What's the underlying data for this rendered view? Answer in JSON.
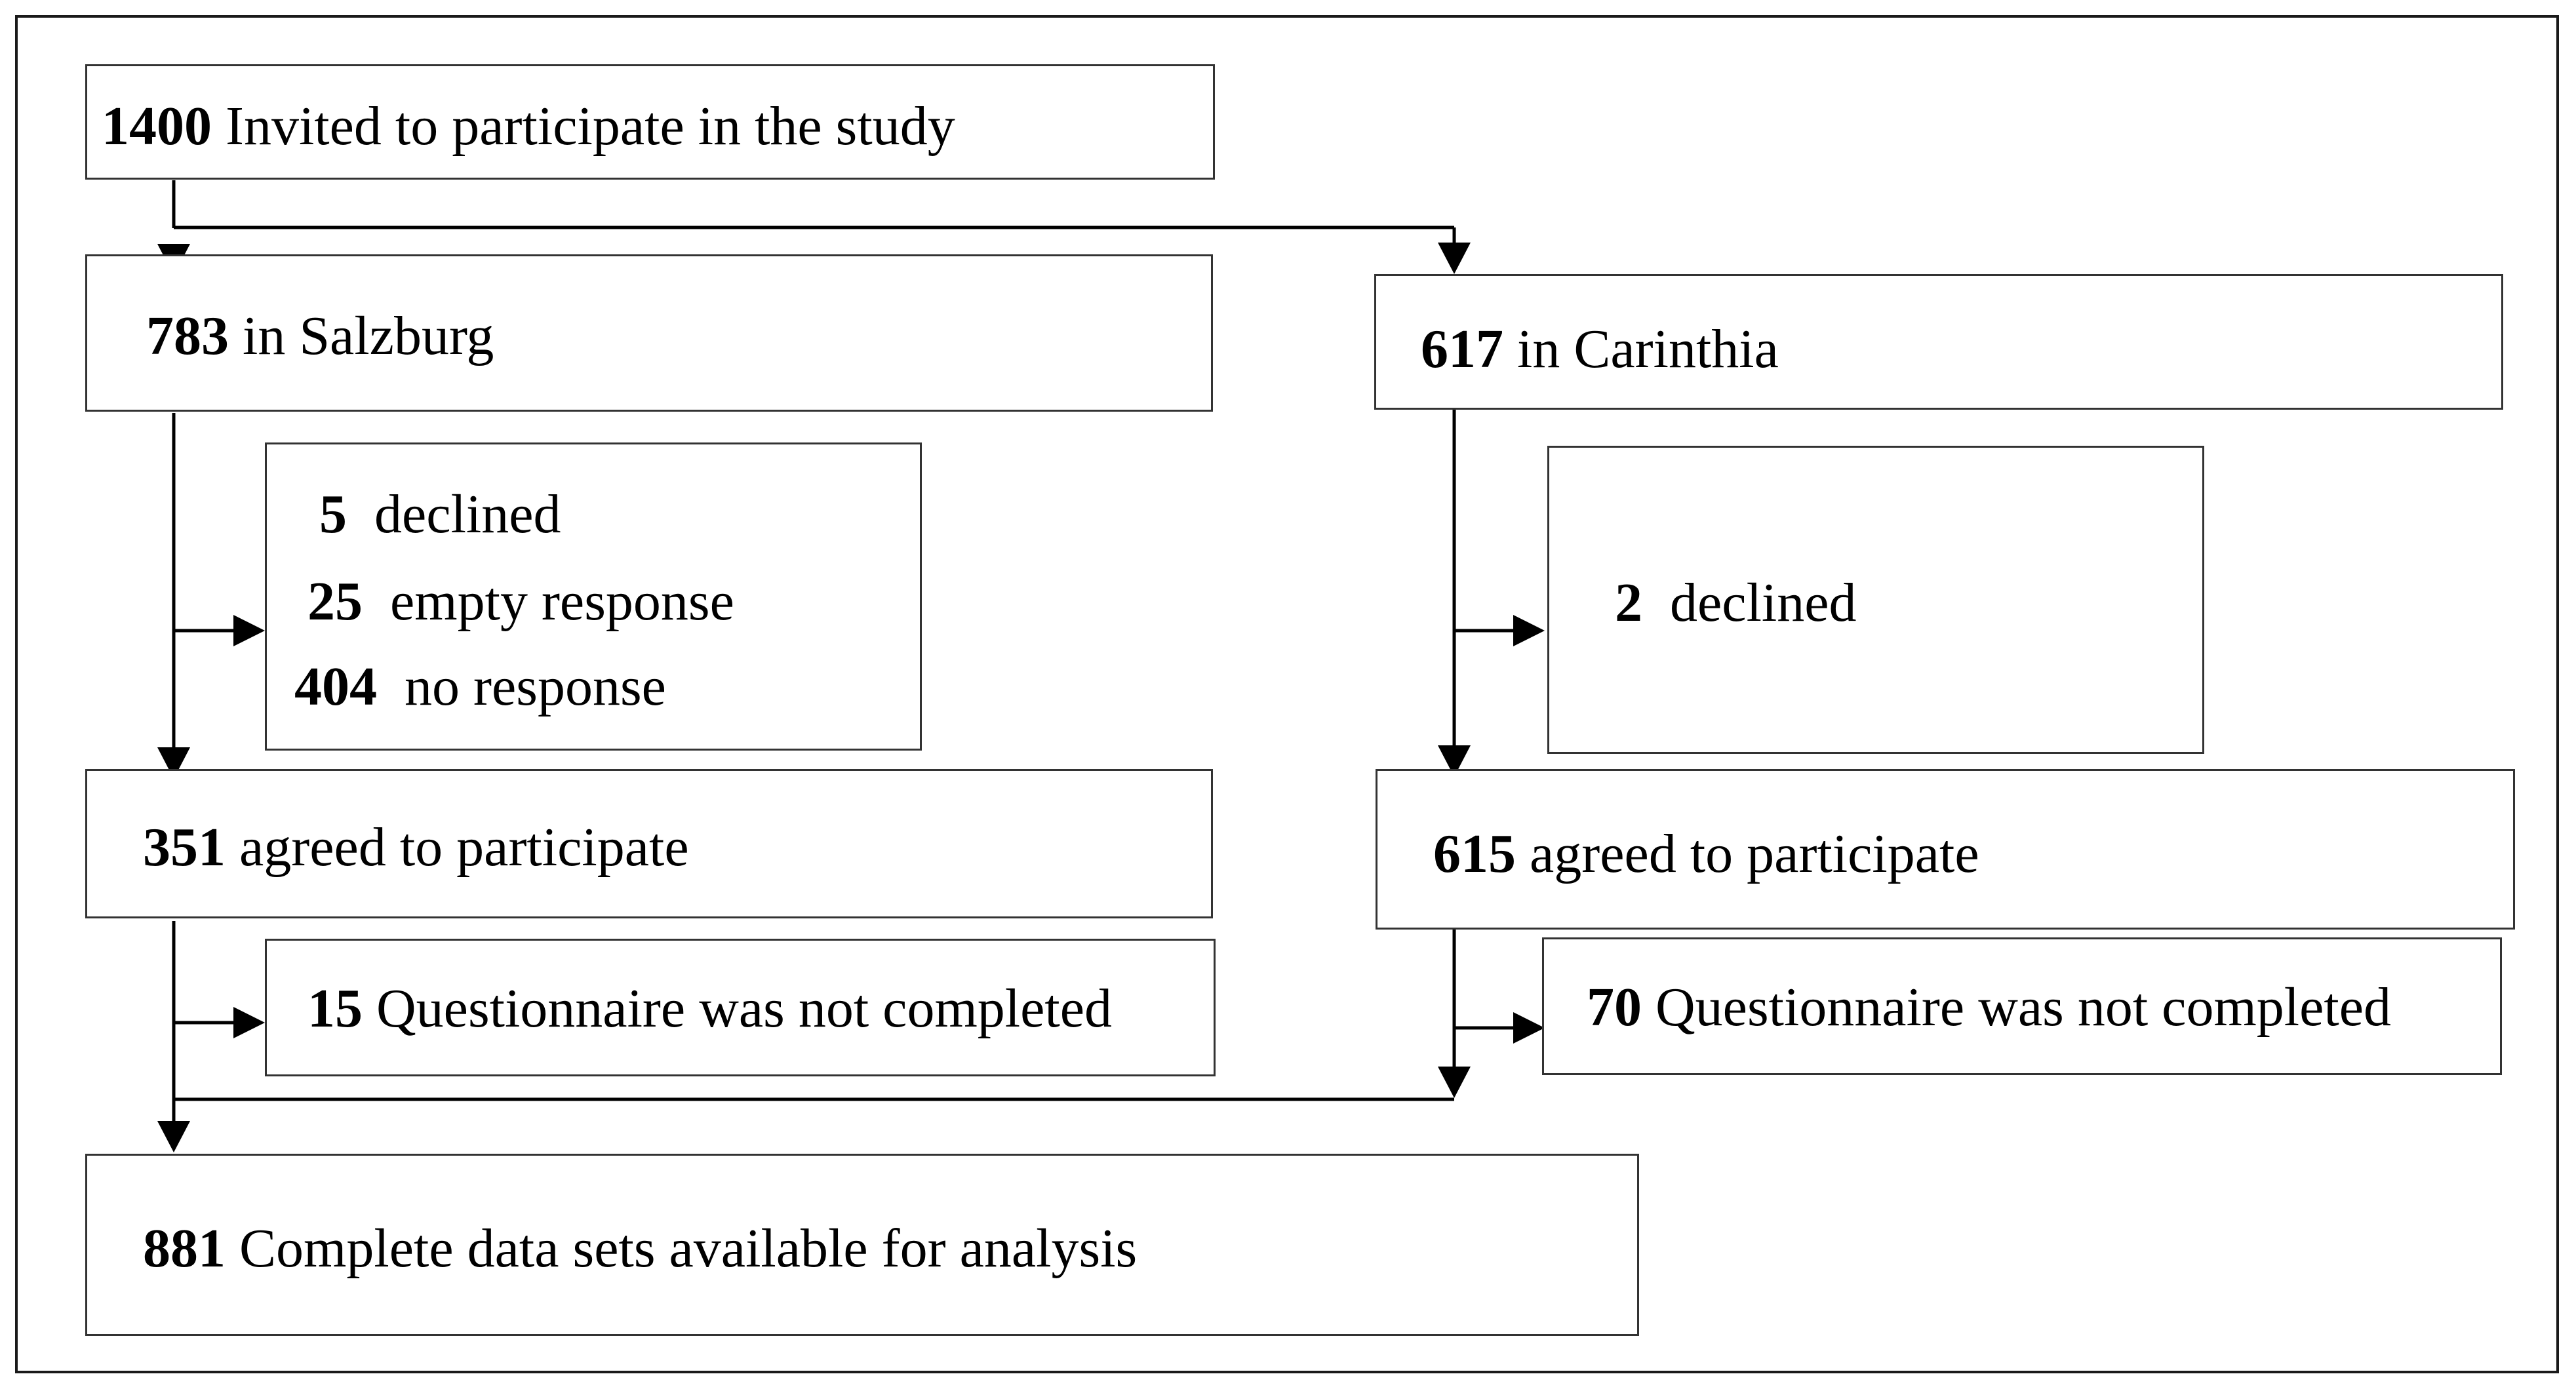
{
  "nodes": {
    "invited": {
      "count": "1400",
      "text": " Invited to participate in the study"
    },
    "salzburg": {
      "count": "783",
      "text": " in Salzburg"
    },
    "carinthia": {
      "count": "617",
      "text": " in Carinthia"
    },
    "salzburg_excl": [
      {
        "count": "5",
        "text": "declined"
      },
      {
        "count": "25",
        "text": "empty response"
      },
      {
        "count": "404",
        "text": "no response"
      }
    ],
    "carinthia_excl": [
      {
        "count": "2",
        "text": "declined"
      }
    ],
    "salzburg_agreed": {
      "count": "351",
      "text": " agreed to participate"
    },
    "carinthia_agreed": {
      "count": "615",
      "text": " agreed to participate"
    },
    "salzburg_incomplete": {
      "count": "15",
      "text": " Questionnaire was not completed"
    },
    "carinthia_incomplete": {
      "count": "70",
      "text": " Questionnaire was not completed"
    },
    "complete": {
      "count": "881",
      "text": " Complete data sets available for analysis"
    }
  }
}
